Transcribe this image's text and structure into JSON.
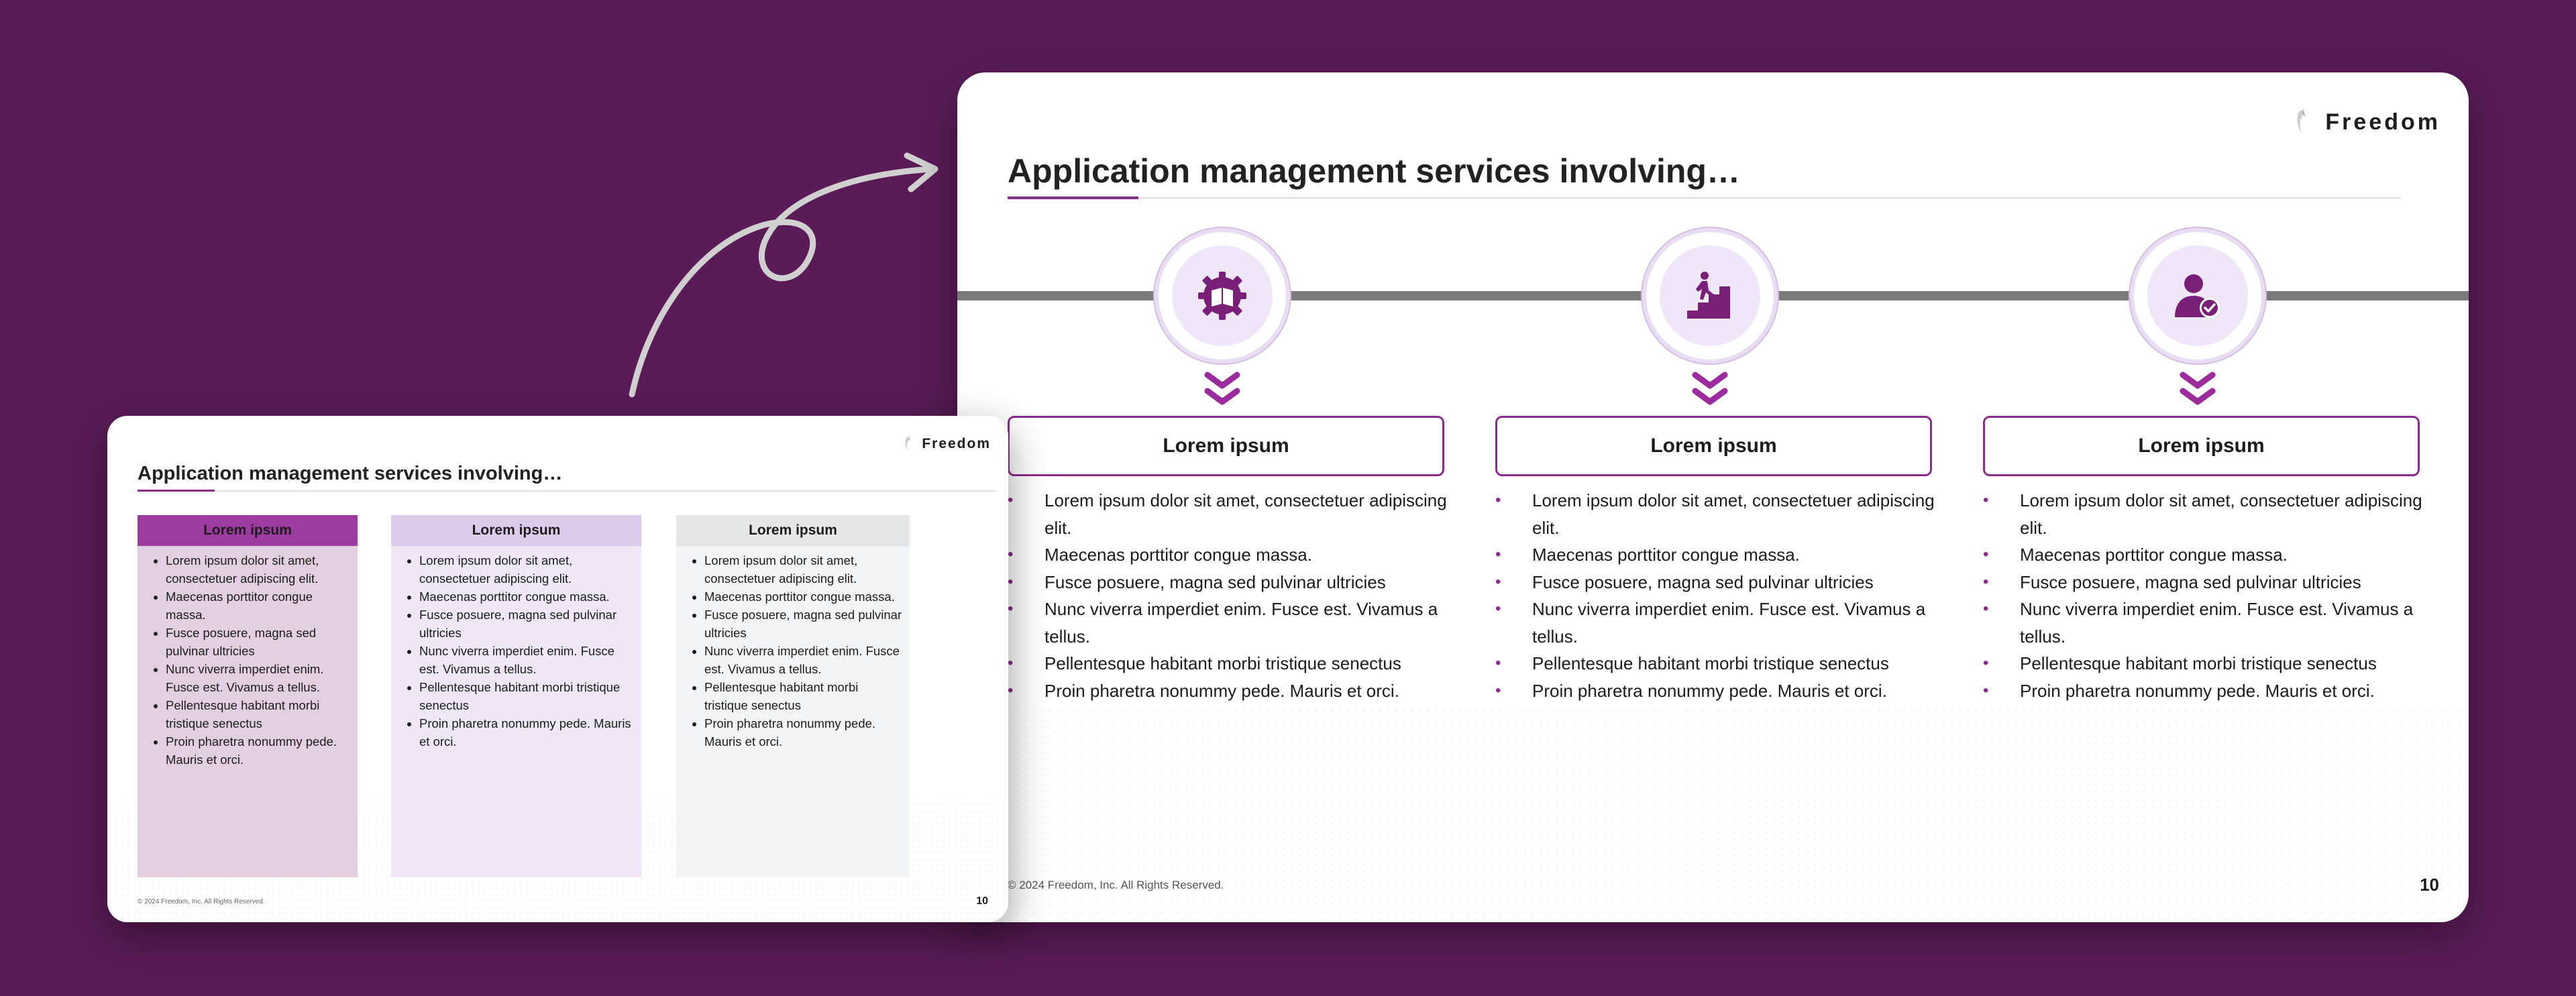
{
  "colors": {
    "background": "#5a1b56",
    "accent": "#8e2a8f",
    "icon_fill": "#7a1f78",
    "timeline": "#7b7b7b",
    "small_col1_head": "#9e3ba0",
    "small_col1_body": "#e2cfe0",
    "small_col2_head": "#dccbea",
    "small_col2_body": "#efe7f6",
    "small_col3_head": "#e4e6ea",
    "small_col3_body": "#f3f4f6"
  },
  "big_slide": {
    "logo_text": "Freedom",
    "title": "Application management services involving…",
    "columns": [
      {
        "icon": "gear-book-icon",
        "heading": "Lorem ipsum",
        "bullets": [
          "Lorem ipsum dolor sit amet, consectetuer adipiscing elit.",
          "Maecenas porttitor congue massa.",
          "Fusce posuere, magna sed pulvinar ultricies",
          "Nunc viverra imperdiet enim. Fusce est. Vivamus a tellus.",
          "Pellentesque habitant morbi tristique senectus",
          "Proin pharetra nonummy pede. Mauris et orci."
        ]
      },
      {
        "icon": "person-climbing-stairs-icon",
        "heading": "Lorem ipsum",
        "bullets": [
          "Lorem ipsum dolor sit amet, consectetuer adipiscing elit.",
          "Maecenas porttitor congue massa.",
          "Fusce posuere, magna sed pulvinar ultricies",
          "Nunc viverra imperdiet enim. Fusce est. Vivamus a tellus.",
          "Pellentesque habitant morbi tristique senectus",
          "Proin pharetra nonummy pede. Mauris et orci."
        ]
      },
      {
        "icon": "user-check-icon",
        "heading": "Lorem ipsum",
        "bullets": [
          "Lorem ipsum dolor sit amet, consectetuer adipiscing elit.",
          "Maecenas porttitor congue massa.",
          "Fusce posuere, magna sed pulvinar ultricies",
          "Nunc viverra imperdiet enim. Fusce est. Vivamus a tellus.",
          "Pellentesque habitant morbi tristique senectus",
          "Proin pharetra nonummy pede. Mauris et orci."
        ]
      }
    ],
    "footer": "© 2024 Freedom, Inc. All Rights Reserved.",
    "page_number": "10"
  },
  "small_slide": {
    "logo_text": "Freedom",
    "title": "Application management services involving…",
    "columns": [
      {
        "heading": "Lorem ipsum",
        "bullets": [
          "Lorem ipsum dolor sit amet, consectetuer adipiscing elit.",
          "Maecenas porttitor congue massa.",
          "Fusce posuere, magna sed pulvinar ultricies",
          "Nunc viverra imperdiet enim. Fusce est. Vivamus a tellus.",
          "Pellentesque habitant morbi tristique senectus",
          "Proin pharetra nonummy pede. Mauris et orci."
        ]
      },
      {
        "heading": "Lorem ipsum",
        "bullets": [
          "Lorem ipsum dolor sit amet, consectetuer adipiscing elit.",
          "Maecenas porttitor congue massa.",
          "Fusce posuere, magna sed pulvinar ultricies",
          "Nunc viverra imperdiet enim. Fusce est. Vivamus a tellus.",
          "Pellentesque habitant morbi tristique senectus",
          "Proin pharetra nonummy pede. Mauris et orci."
        ]
      },
      {
        "heading": "Lorem ipsum",
        "bullets": [
          "Lorem ipsum dolor sit amet, consectetuer adipiscing elit.",
          "Maecenas porttitor congue massa.",
          "Fusce posuere, magna sed pulvinar ultricies",
          "Nunc viverra imperdiet enim. Fusce est. Vivamus a tellus.",
          "Pellentesque habitant morbi tristique senectus",
          "Proin pharetra nonummy pede. Mauris et orci."
        ]
      }
    ],
    "footer": "© 2024 Freedom, Inc. All Rights Reserved.",
    "page_number": "10"
  }
}
